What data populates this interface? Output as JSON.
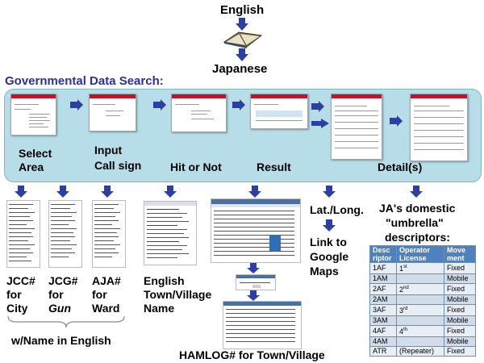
{
  "top": {
    "english": "English",
    "japanese": "Japanese",
    "section_title": "Governmental Data Search:"
  },
  "steps": {
    "select_area": [
      "Select",
      "Area"
    ],
    "input_call": [
      "Input",
      "Call sign"
    ],
    "hit_or_not": "Hit or Not",
    "result": "Result",
    "details": "Detail(s)"
  },
  "bottom": {
    "jcc": [
      "JCC#",
      "for",
      "City"
    ],
    "jcg": [
      "JCG#",
      "for",
      "Gun"
    ],
    "aja": [
      "AJA#",
      "for",
      "Ward"
    ],
    "wname": "w/Name in English",
    "town": [
      "English",
      "Town/Village",
      "Name"
    ],
    "hamlog": "HAMLOG# for Town/Village",
    "latlong": "Lat./Long.",
    "link": [
      "Link to",
      "Google",
      "Maps"
    ],
    "umbrella": [
      "JA's domestic",
      "\"umbrella\"",
      "descriptors:"
    ]
  },
  "table": {
    "headers": [
      [
        "Desc",
        "riptor"
      ],
      [
        "Operator",
        "License"
      ],
      [
        "Move",
        "ment"
      ]
    ],
    "rows": [
      {
        "code": "1AF",
        "lic": "1",
        "sup": "st",
        "move": "Fixed"
      },
      {
        "code": "1AM",
        "lic": "",
        "sup": "",
        "move": "Mobile"
      },
      {
        "code": "2AF",
        "lic": "2",
        "sup": "nd",
        "move": "Fixed"
      },
      {
        "code": "2AM",
        "lic": "",
        "sup": "",
        "move": "Mobile"
      },
      {
        "code": "3AF",
        "lic": "3",
        "sup": "rd",
        "move": "Fixed"
      },
      {
        "code": "3AM",
        "lic": "",
        "sup": "",
        "move": "Mobile"
      },
      {
        "code": "4AF",
        "lic": "4",
        "sup": "th",
        "move": "Fixed"
      },
      {
        "code": "4AM",
        "lic": "",
        "sup": "",
        "move": "Mobile"
      },
      {
        "code": "ATR",
        "lic": "(Repeater)",
        "sup": "",
        "move": "Fixed"
      }
    ]
  },
  "colors": {
    "arrow": "#2e3fa3",
    "panel": "#b7dde8",
    "section_title": "#2a2ea0",
    "table_header": "#4f81bd"
  }
}
